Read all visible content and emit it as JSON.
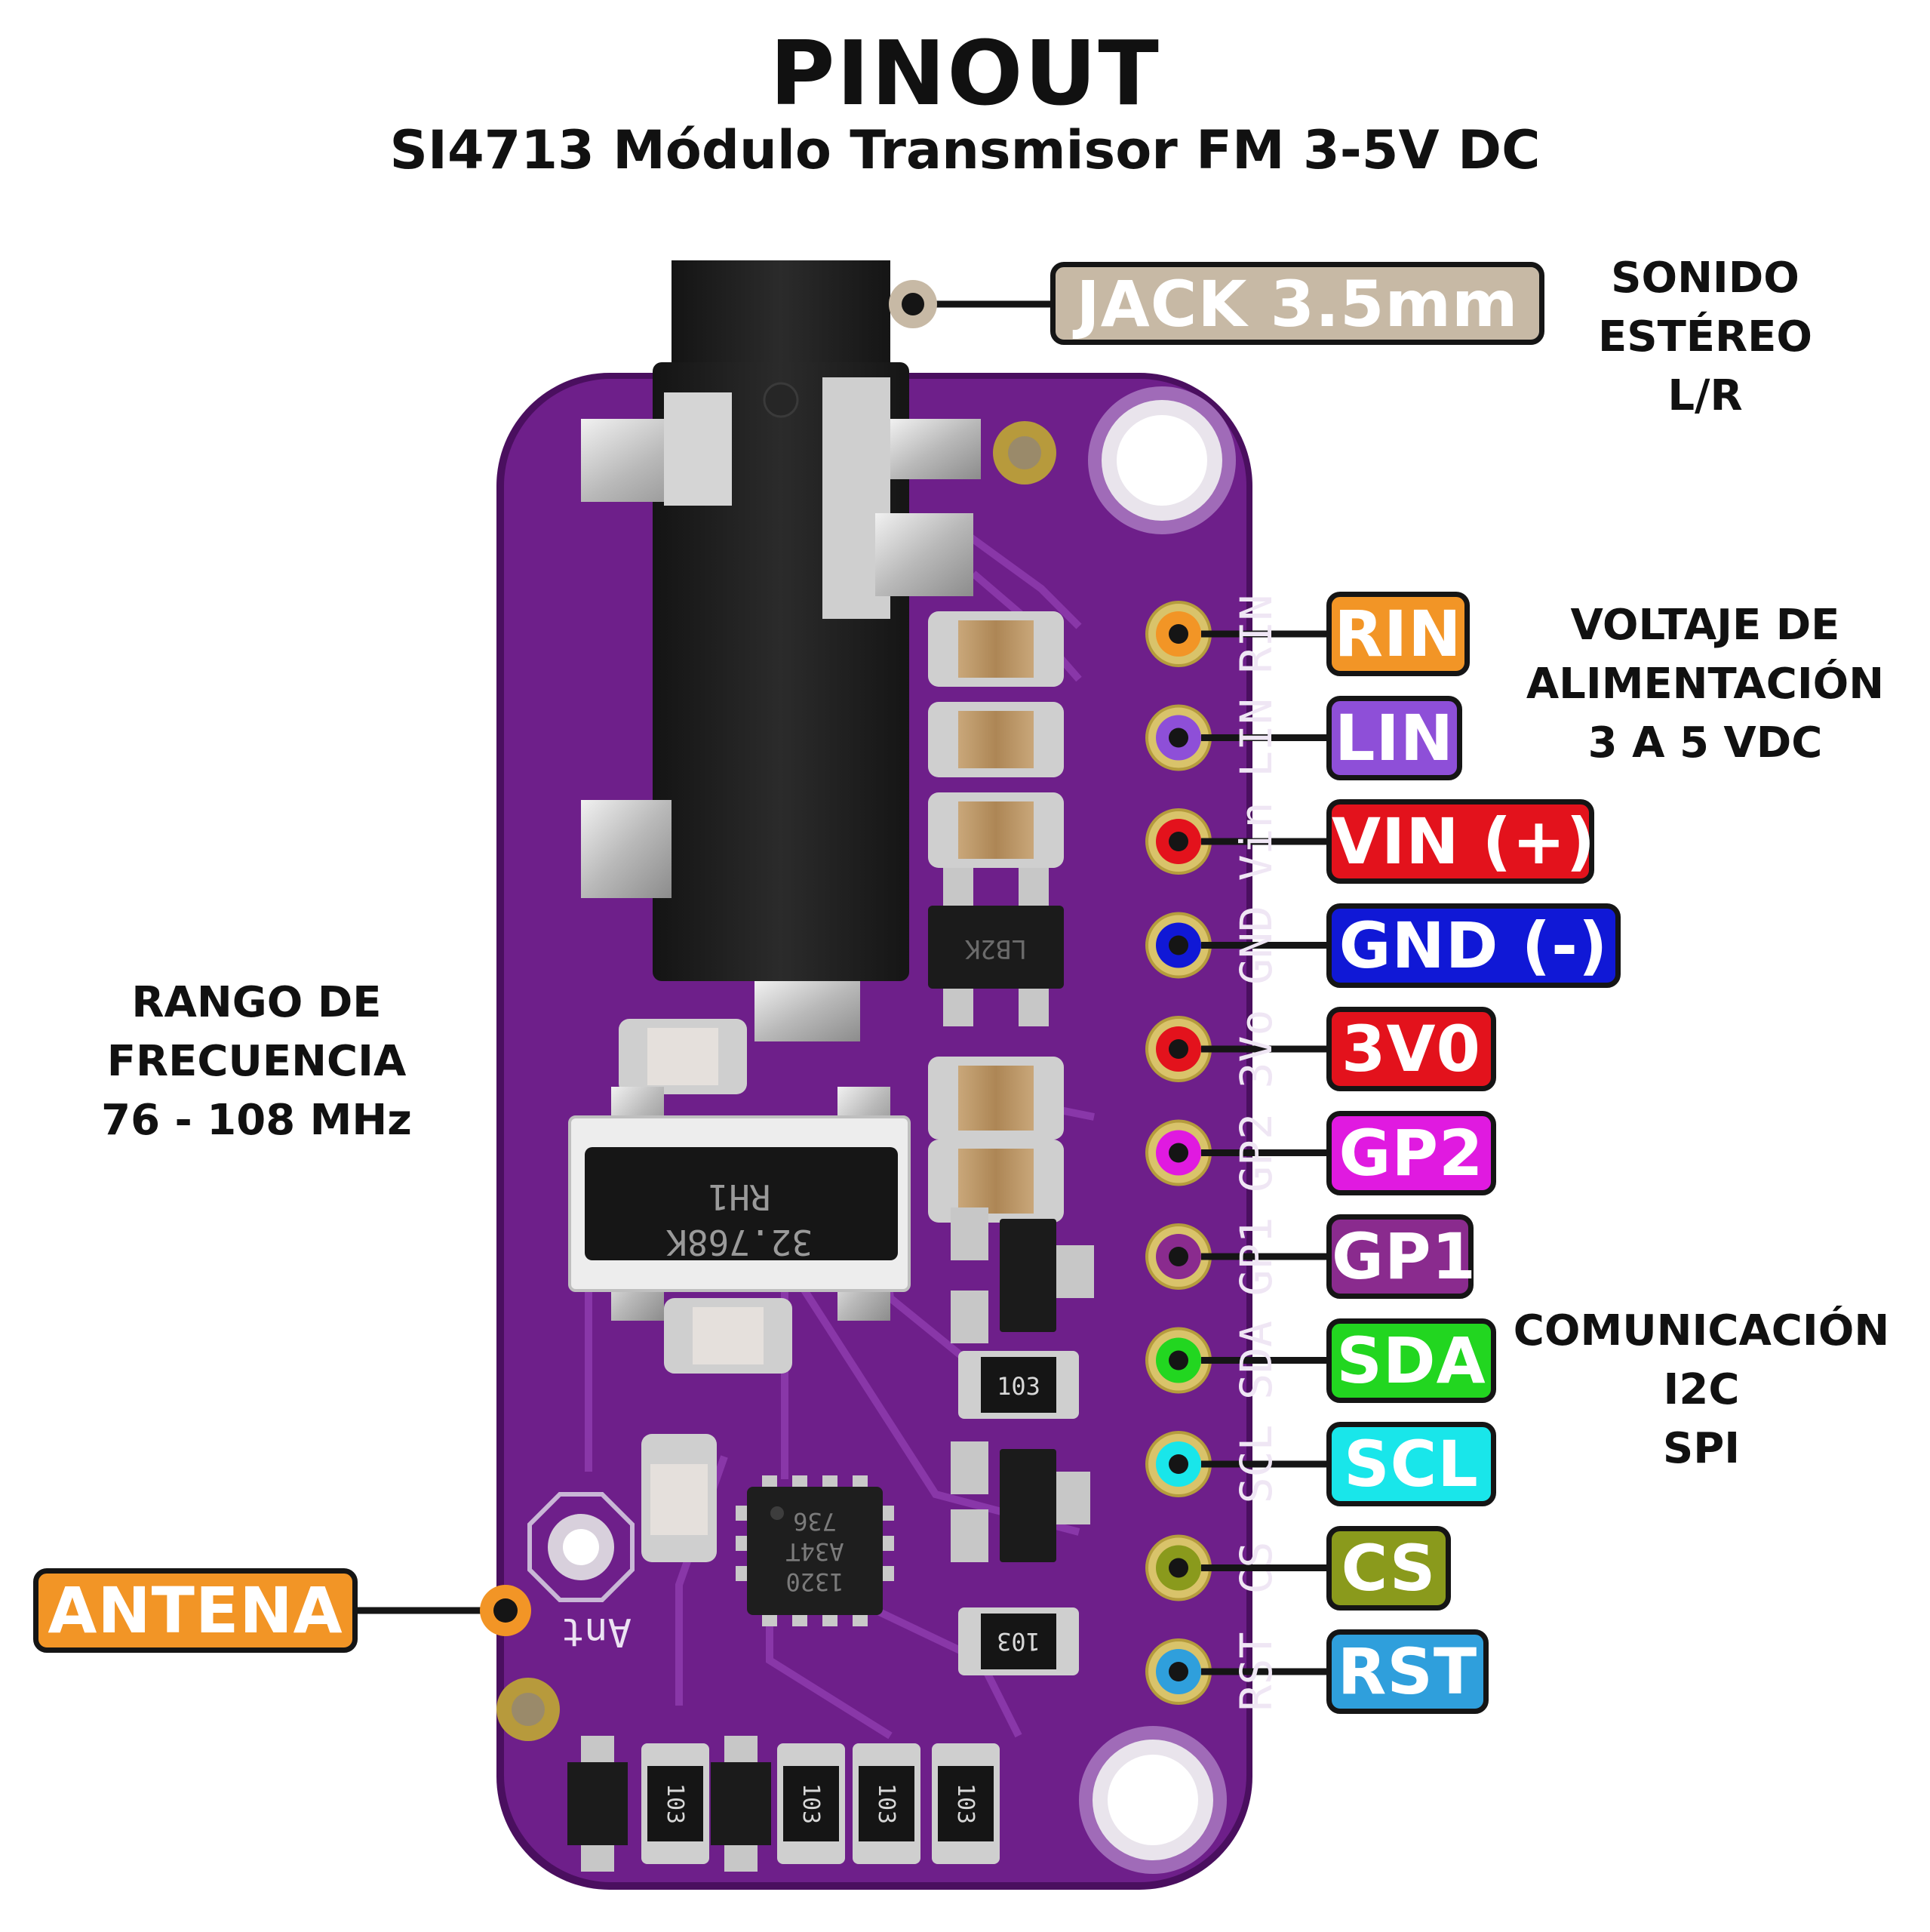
{
  "title": "PINOUT",
  "subtitle": "SI4713 Módulo Transmisor FM 3-5V DC",
  "jack": {
    "label": "JACK 3.5mm",
    "color": "#c7b9a5"
  },
  "antenna": {
    "label": "ANTENA",
    "color": "#f29526"
  },
  "info": {
    "audio": [
      "SONIDO",
      "ESTÉREO",
      "L/R"
    ],
    "power": [
      "VOLTAJE DE",
      "ALIMENTACIÓN",
      "3 A 5 VDC"
    ],
    "freq": [
      "RANGO DE",
      "FRECUENCIA",
      "76 - 108 MHz"
    ],
    "comm": [
      "COMUNICACIÓN",
      "I2C",
      "SPI"
    ]
  },
  "pins": [
    {
      "label": "RIN",
      "silk": "RIN",
      "color": "#f29526"
    },
    {
      "label": "LIN",
      "silk": "LIN",
      "color": "#8e4fd8"
    },
    {
      "label": "VIN (+)",
      "silk": "Vin",
      "color": "#e3121c"
    },
    {
      "label": "GND (-)",
      "silk": "GND",
      "color": "#1018d6"
    },
    {
      "label": "3V0",
      "silk": "3Vo",
      "color": "#e3121c"
    },
    {
      "label": "GP2",
      "silk": "GP2",
      "color": "#e01ae0"
    },
    {
      "label": "GP1",
      "silk": "GP1",
      "color": "#8a2b8e"
    },
    {
      "label": "SDA",
      "silk": "SDA",
      "color": "#22d620"
    },
    {
      "label": "SCL",
      "silk": "SCL",
      "color": "#19e6ea"
    },
    {
      "label": "CS",
      "silk": "CS",
      "color": "#8a9a1c"
    },
    {
      "label": "RST",
      "silk": "RST",
      "color": "#2f9fdc"
    }
  ],
  "board": {
    "pcb_color": "#6e1f8a",
    "crystal_lines": [
      "32.768K",
      "RH1"
    ],
    "chip_lines": [
      "1320",
      "A34T",
      "736"
    ],
    "resistor_code": "103",
    "regulator_code": "LB2K",
    "antenna_silk": "Ant"
  }
}
